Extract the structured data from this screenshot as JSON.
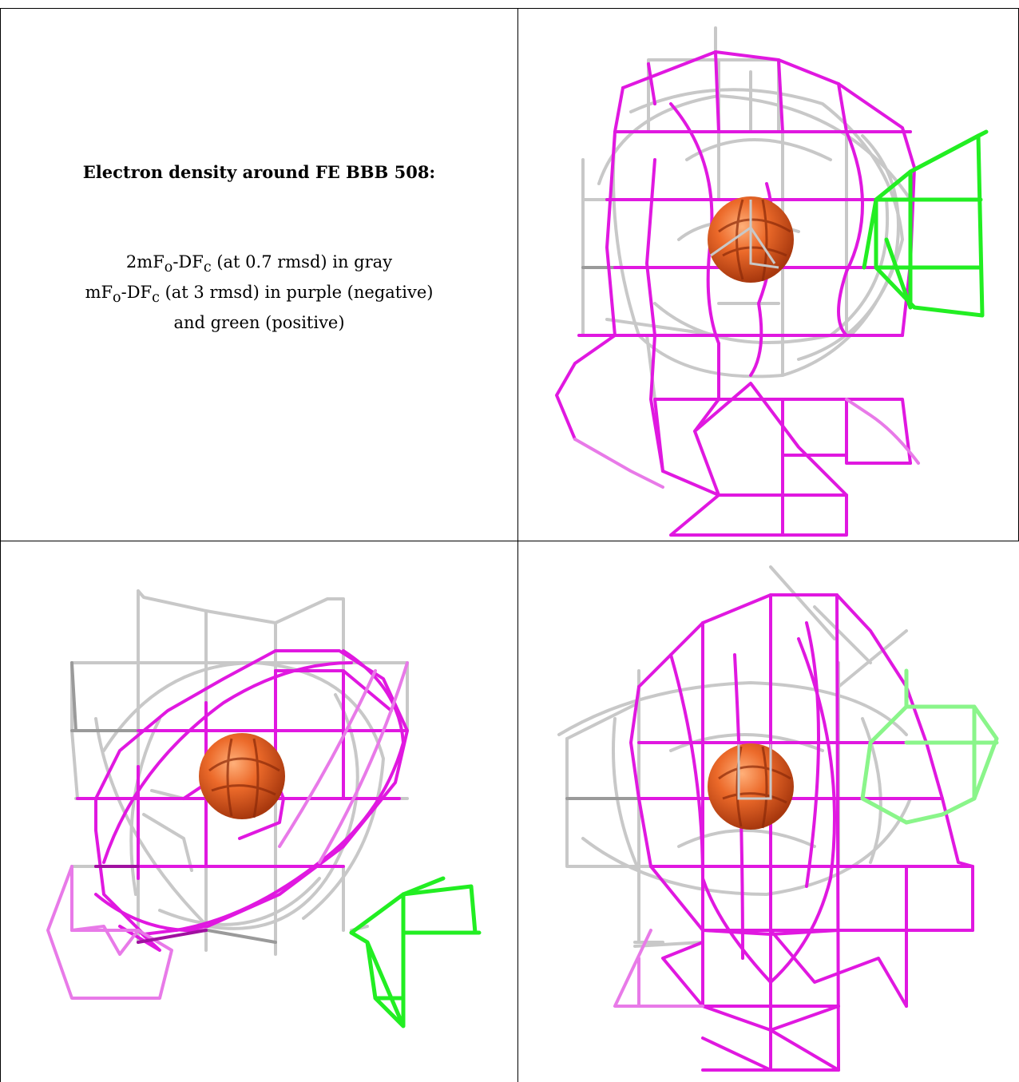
{
  "title": "Electron density around FE BBB 508:",
  "legend": {
    "line1_prefix": "2mF",
    "line1_sub_o": "o",
    "line1_mid": "-DF",
    "line1_sub_c": "c",
    "line1_suffix": " (at 0.7 rmsd) in gray",
    "line2_prefix": "mF",
    "line2_sub_o": "o",
    "line2_mid": "-DF",
    "line2_sub_c": "c",
    "line2_suffix": " (at 3 rmsd) in purple (negative)",
    "line3": "and green (positive)"
  },
  "colors": {
    "map_2fofc": "#c8c8c8",
    "map_fofc_negative": "#e018e0",
    "map_fofc_positive": "#22ee22",
    "atom_fe": "#e8622a"
  },
  "views": [
    {
      "name": "view-top-right"
    },
    {
      "name": "view-bottom-left"
    },
    {
      "name": "view-bottom-right"
    }
  ]
}
